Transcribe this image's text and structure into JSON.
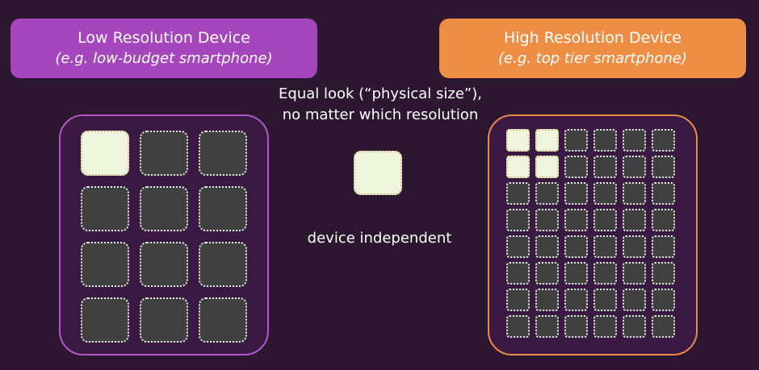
{
  "low_device": {
    "title": "Low Resolution Device",
    "subtitle": "(e.g. low-budget smartphone)",
    "grid": {
      "cols": 3,
      "rows": 4,
      "lit": [
        [
          0,
          0
        ]
      ]
    }
  },
  "high_device": {
    "title": "High Resolution Device",
    "subtitle": "(e.g. top tier smartphone)",
    "grid": {
      "cols": 6,
      "rows": 8,
      "lit": [
        [
          0,
          0
        ],
        [
          0,
          1
        ],
        [
          1,
          0
        ],
        [
          1,
          1
        ]
      ]
    }
  },
  "center": {
    "caption_line1": "Equal look (“physical size”),",
    "caption_line2": "no matter which resolution",
    "independent_label": "device independent"
  },
  "colors": {
    "background": "#2d1630",
    "low_accent": "#a646bd",
    "high_accent": "#ee8e45",
    "pixel_dark": "#404040",
    "pixel_lit": "#eef5dc"
  }
}
